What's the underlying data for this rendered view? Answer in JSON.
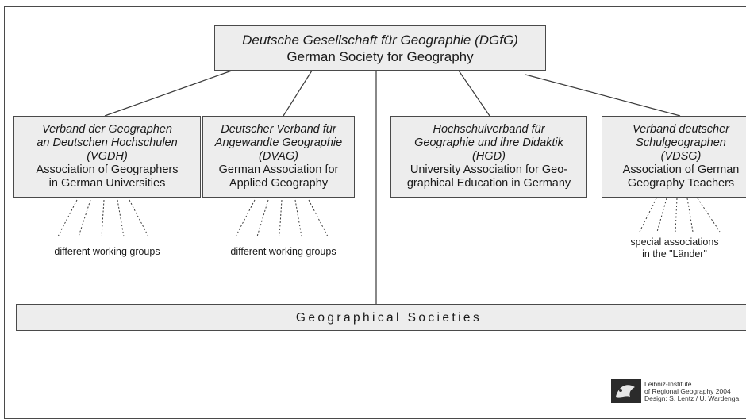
{
  "root": {
    "name_de": "Deutsche Gesellschaft für Geographie (DGfG)",
    "name_en": "German Society for Geography"
  },
  "organizations": [
    {
      "name_de": [
        "Verband der Geographen",
        "an Deutschen Hochschulen",
        "(VGDH)"
      ],
      "name_en": [
        "Association of Geographers",
        "in German Universities"
      ]
    },
    {
      "name_de": [
        "Deutscher Verband für",
        "Angewandte Geographie",
        "(DVAG)"
      ],
      "name_en": [
        "German Association for",
        "Applied Geography"
      ]
    },
    {
      "name_de": [
        "Hochschulverband für",
        "Geographie und ihre Didaktik",
        "(HGD)"
      ],
      "name_en": [
        "University Association for Geo-",
        "graphical Education in Germany"
      ]
    },
    {
      "name_de": [
        "Verband deutscher",
        "Schulgeographen",
        "(VDSG)"
      ],
      "name_en": [
        "Association of German",
        "Geography Teachers"
      ]
    }
  ],
  "subgroups": {
    "vgdh": [
      "different working groups"
    ],
    "dvag": [
      "different working groups"
    ],
    "vdsg": [
      "special associations",
      "in the \"Länder\""
    ]
  },
  "bottom_bar": "Geographical Societies",
  "credit": {
    "lines": [
      "Leibniz-Institute",
      "of Regional Geography 2004",
      "Design:  S. Lentz / U. Wardenga"
    ]
  }
}
